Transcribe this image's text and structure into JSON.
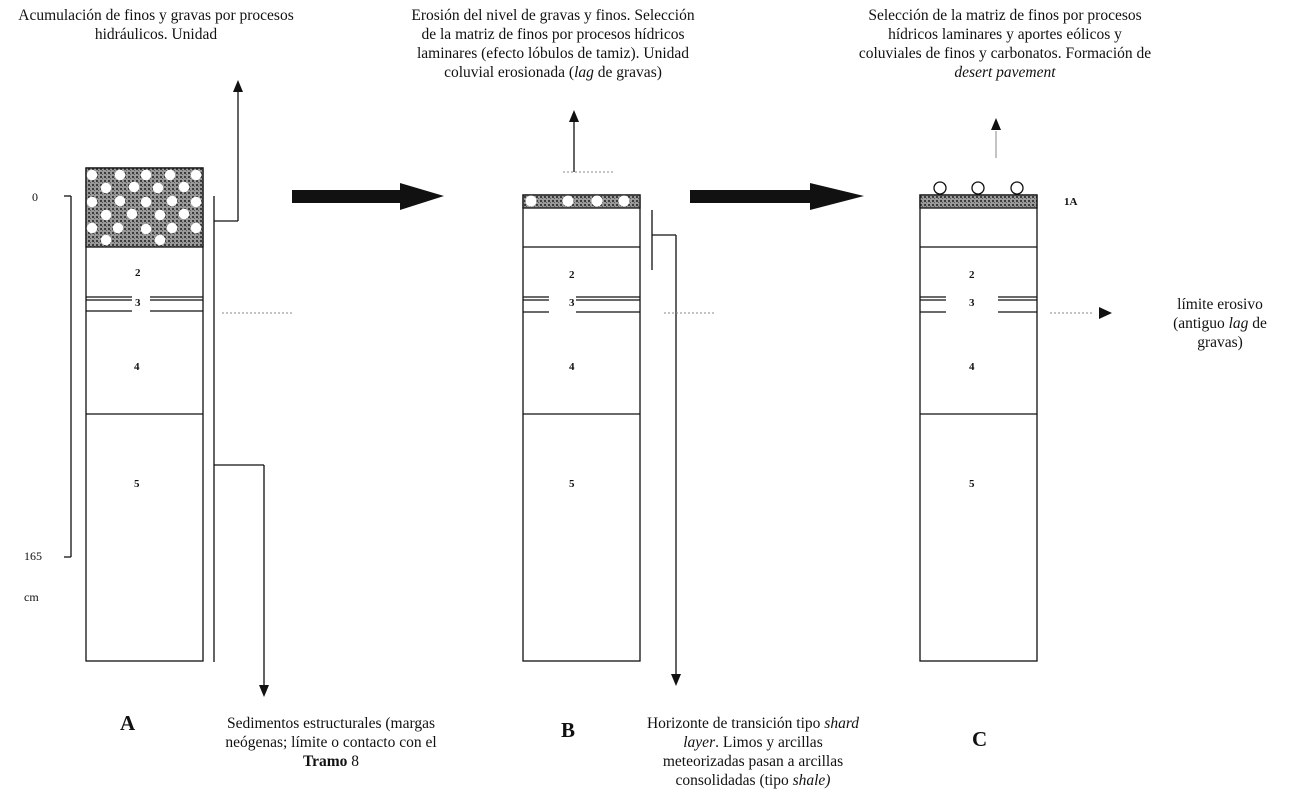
{
  "captions": {
    "a_top": "Acumulación de finos y gravas por procesos hidráulicos. Unidad",
    "b_top": {
      "l1": "Erosión del nivel de gravas y finos. Selección",
      "l2": "de la matriz de finos por procesos hídricos",
      "l3": "laminares (efecto lóbulos de tamiz). Unidad",
      "l4_pre": "coluvial erosionada (",
      "l4_em": "lag",
      "l4_post": " de gravas)"
    },
    "c_top": {
      "l1": "Selección de la matriz de finos por procesos",
      "l2": "hídricos laminares y aportes eólicos y",
      "l3": "coluviales de finos y carbonatos. Formación de",
      "l4_em": "desert pavement"
    },
    "a_bottom": {
      "l1": "Sedimentos estructurales (margas",
      "l2": "neógenas; límite o contacto con el",
      "l3_bold": "Tramo",
      "l3_rest": " 8"
    },
    "b_bottom": {
      "l1_pre": "Horizonte de transición tipo ",
      "l1_em": "shard",
      "l2_em": "layer",
      "l2_rest": ". Limos y arcillas",
      "l3": "meteorizadas pasan a arcillas",
      "l4_pre": "consolidadas (tipo ",
      "l4_em": "shale)"
    },
    "c_right": {
      "l1": "límite erosivo",
      "l2_pre": "(antiguo ",
      "l2_em": "lag",
      "l2_post": " de",
      "l3": "gravas)"
    }
  },
  "scale": {
    "top": "0",
    "bottom": "165",
    "unit": "cm"
  },
  "columns": [
    {
      "id": "A",
      "layers": [
        "2",
        "3",
        "4",
        "5"
      ]
    },
    {
      "id": "B",
      "layers": [
        "2",
        "3",
        "4",
        "5"
      ]
    },
    {
      "id": "C",
      "top_layer": "1A",
      "layers": [
        "2",
        "3",
        "4",
        "5"
      ]
    }
  ],
  "colors": {
    "ink": "#111111",
    "stipple": "#5a5a5a",
    "dotted": "#888888"
  }
}
